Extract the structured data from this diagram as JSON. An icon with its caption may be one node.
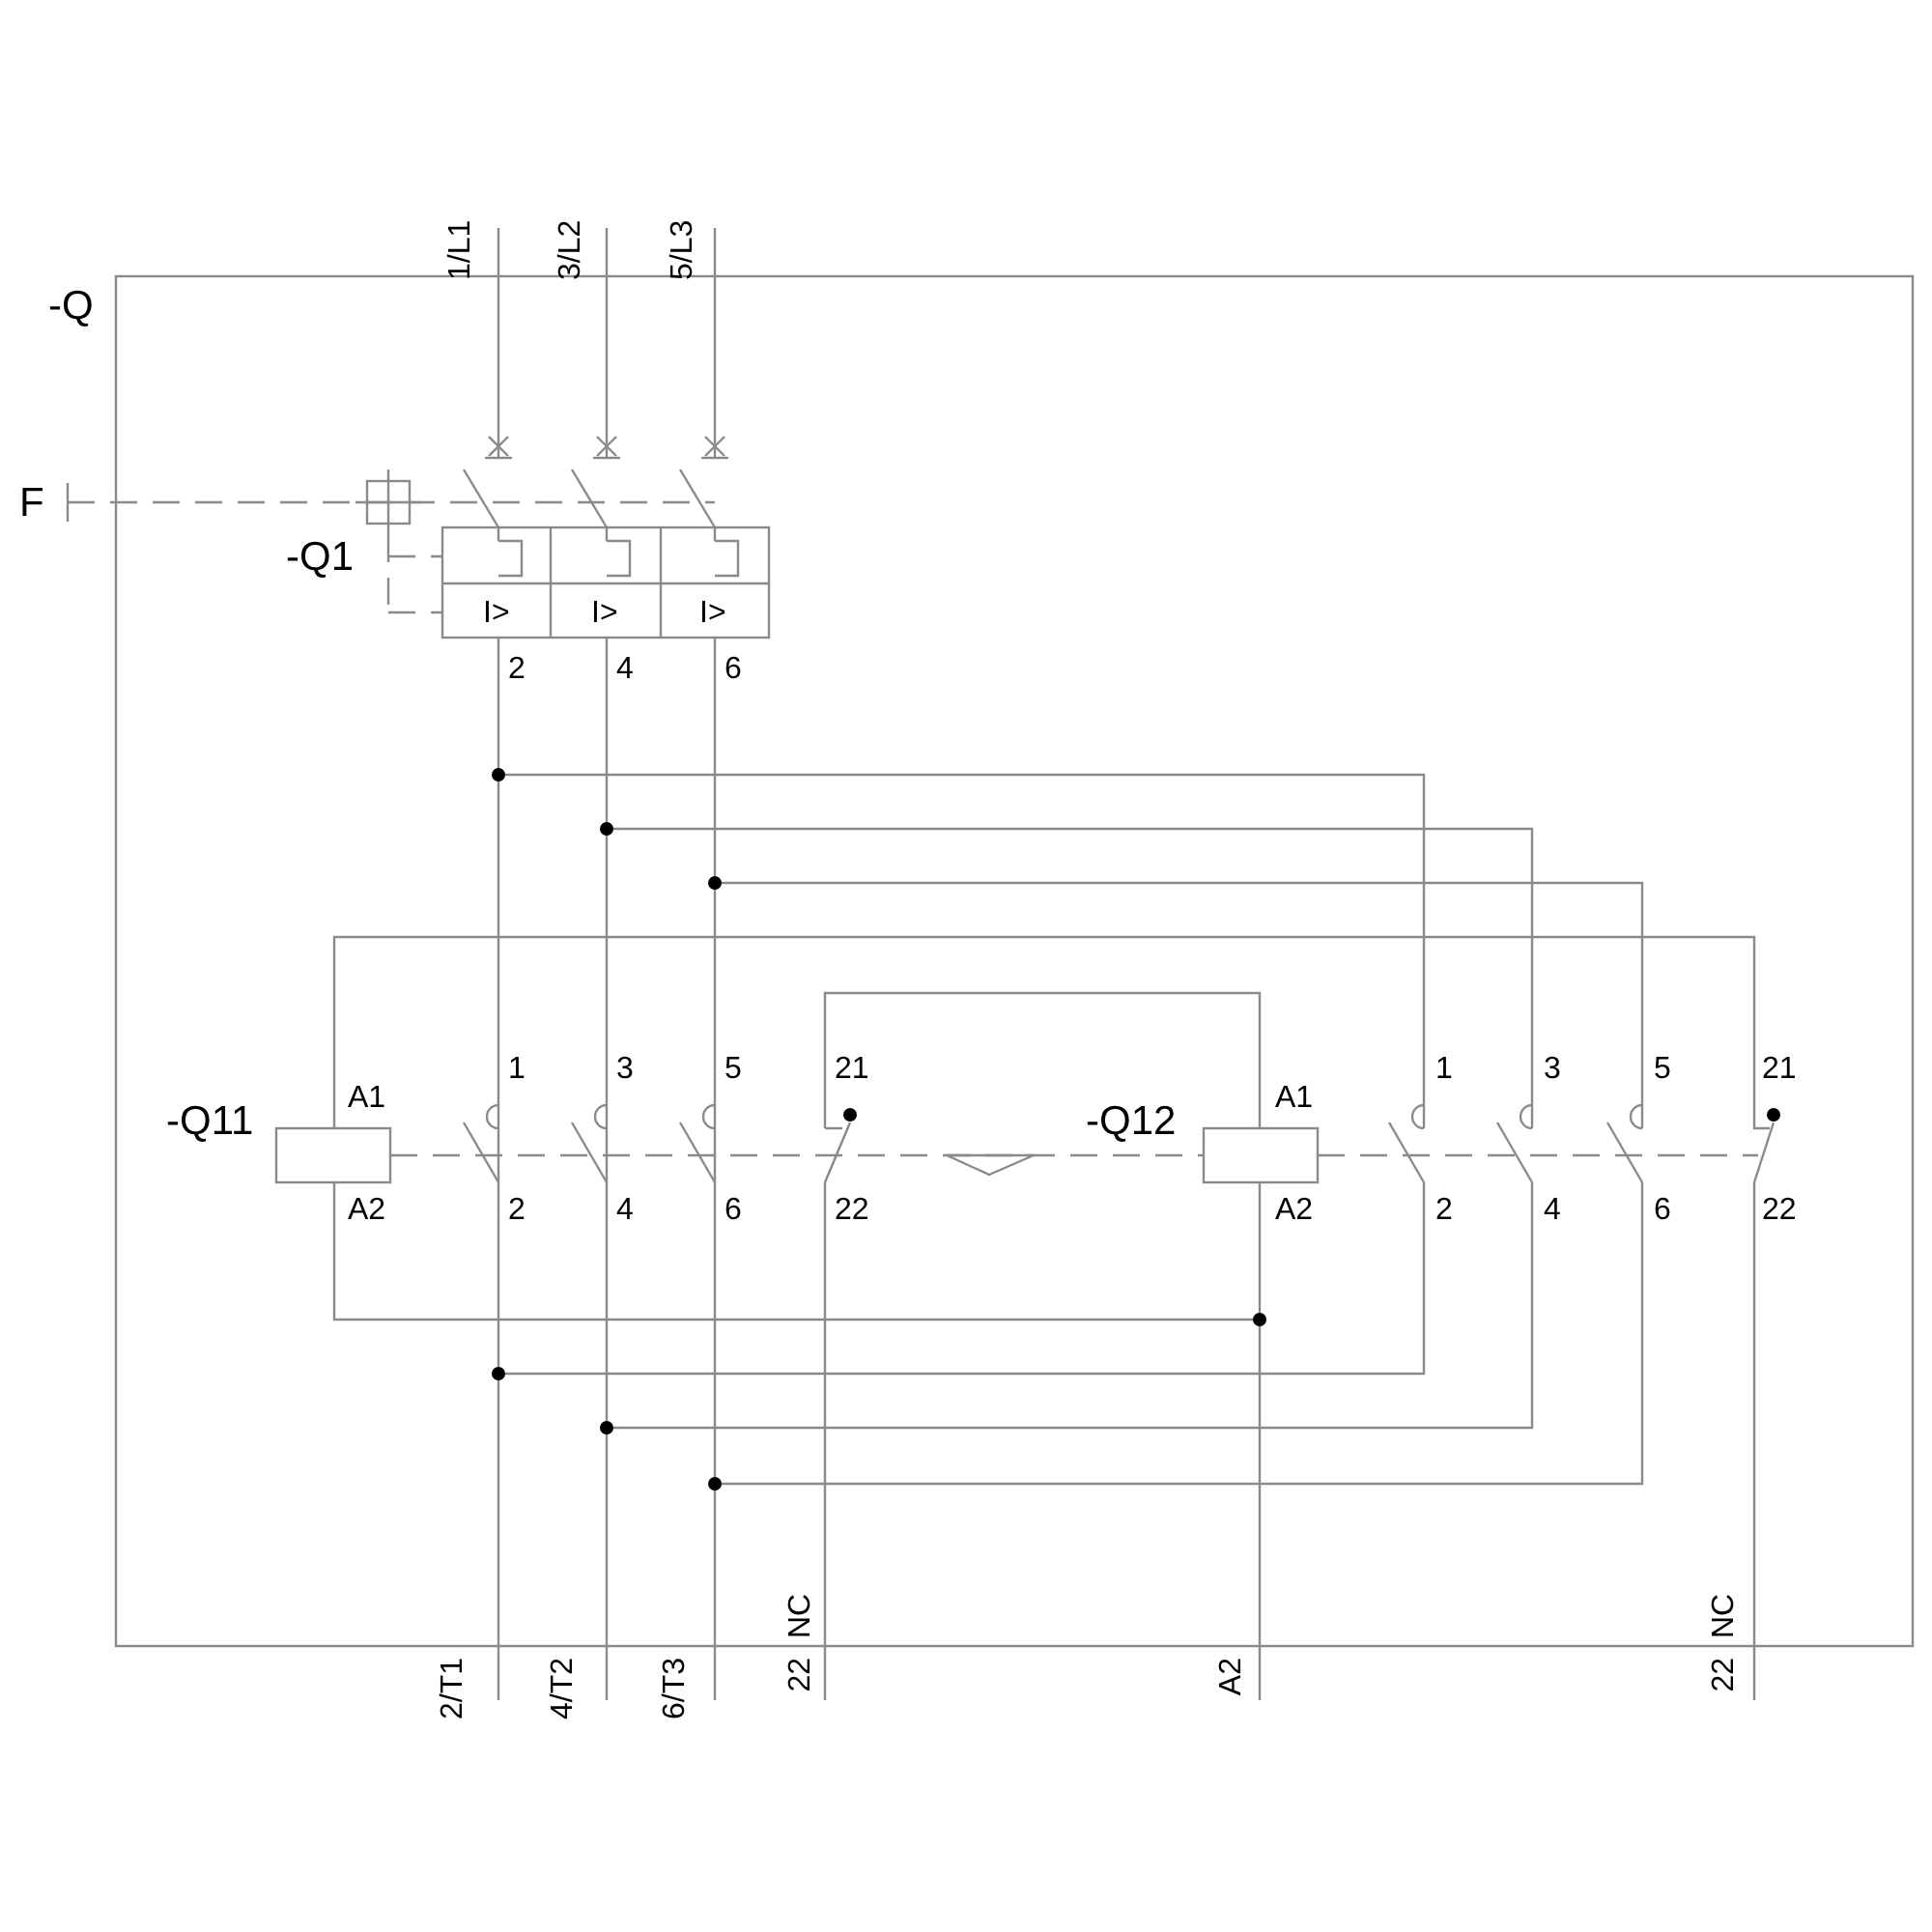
{
  "diagram": {
    "labels": [
      "1/L1",
      "3/L2",
      "5/L3",
      "-Q",
      "F",
      "-Q1",
      "I>",
      "I>",
      "I>",
      "2",
      "4",
      "6",
      "1",
      "3",
      "5",
      "21",
      "-Q11",
      "A1",
      "A2",
      "2",
      "4",
      "6",
      "22",
      "-Q12",
      "A1",
      "A2",
      "1",
      "3",
      "5",
      "21",
      "2",
      "4",
      "6",
      "22",
      "NC",
      "NC",
      "2/T1",
      "4/T2",
      "6/T3",
      "22",
      "A2",
      "22"
    ]
  }
}
